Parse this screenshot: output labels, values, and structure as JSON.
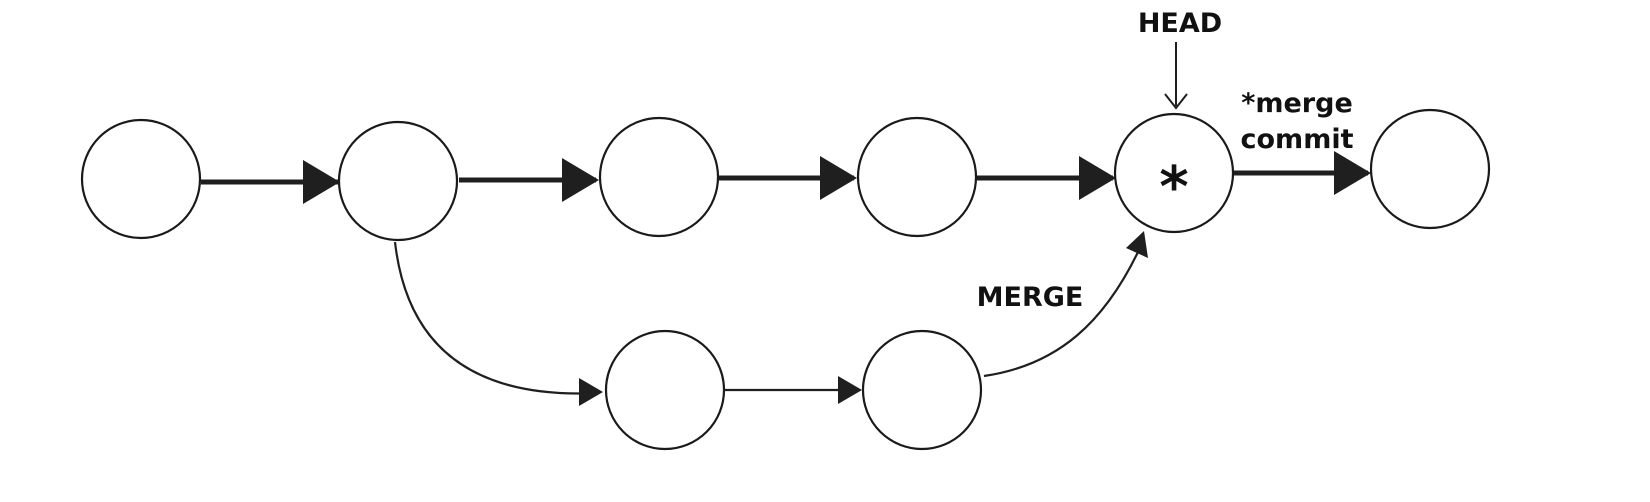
{
  "diagram": {
    "head_label": "HEAD",
    "merge_label": "MERGE",
    "merge_commit_label_line1": "*merge",
    "merge_commit_label_line2": "commit",
    "merge_commit_marker": "*"
  },
  "nodes": [
    {
      "id": "c1",
      "branch": "main"
    },
    {
      "id": "c2",
      "branch": "main"
    },
    {
      "id": "c3",
      "branch": "main"
    },
    {
      "id": "c4",
      "branch": "main"
    },
    {
      "id": "c5",
      "branch": "main",
      "merge_commit": true,
      "head": true
    },
    {
      "id": "c6",
      "branch": "main"
    },
    {
      "id": "f1",
      "branch": "feature"
    },
    {
      "id": "f2",
      "branch": "feature"
    }
  ],
  "edges": [
    {
      "from": "c1",
      "to": "c2"
    },
    {
      "from": "c2",
      "to": "c3"
    },
    {
      "from": "c3",
      "to": "c4"
    },
    {
      "from": "c4",
      "to": "c5"
    },
    {
      "from": "c5",
      "to": "c6"
    },
    {
      "from": "c2",
      "to": "f1"
    },
    {
      "from": "f1",
      "to": "f2"
    },
    {
      "from": "f2",
      "to": "c5",
      "label": "MERGE"
    }
  ],
  "colors": {
    "stroke": "#1a1a1a",
    "fill": "#ffffff",
    "text": "#111111"
  }
}
